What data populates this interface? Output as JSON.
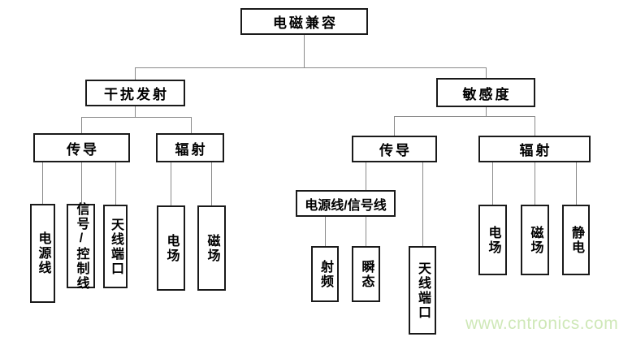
{
  "nodes": {
    "root": {
      "label": "电磁兼容"
    },
    "emission": {
      "label": "干扰发射"
    },
    "susceptibility": {
      "label": "敏感度"
    },
    "emission_conduction": {
      "label": "传导"
    },
    "emission_radiation": {
      "label": "辐射"
    },
    "emission_power_line": {
      "label": "电源线"
    },
    "emission_signal_control_line": {
      "label": "信号/控制线"
    },
    "emission_antenna_port": {
      "label": "天线端口"
    },
    "emission_e_field": {
      "label": "电场"
    },
    "emission_m_field": {
      "label": "磁场"
    },
    "susceptibility_conduction": {
      "label": "传导"
    },
    "susceptibility_radiation": {
      "label": "辐射"
    },
    "susceptibility_power_signal_line": {
      "label": "电源线/信号线"
    },
    "susceptibility_rf": {
      "label": "射频"
    },
    "susceptibility_transient": {
      "label": "瞬态"
    },
    "susceptibility_antenna_port": {
      "label": "天线端口"
    },
    "susceptibility_e_field": {
      "label": "电场"
    },
    "susceptibility_m_field": {
      "label": "磁场"
    },
    "susceptibility_esd": {
      "label": "静电"
    }
  },
  "watermark": {
    "text": "www.cntronics.com"
  },
  "colors": {
    "box_border": "#1a1a1a",
    "connector": "#8a8a8a",
    "watermark": "#cfe8b8",
    "background": "#ffffff",
    "text": "#000000"
  }
}
